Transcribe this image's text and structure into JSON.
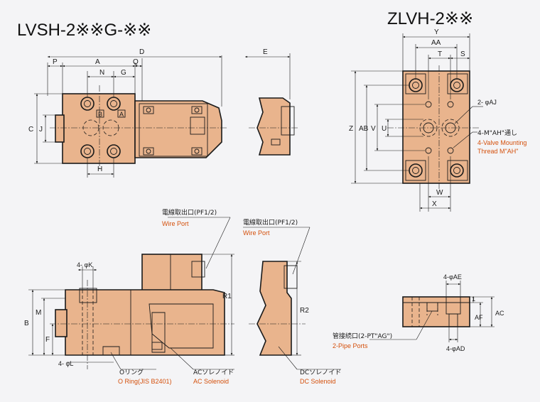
{
  "titles": {
    "left": "LVSH-2※※G-※※",
    "right": "ZLVH-2※※"
  },
  "colors": {
    "body": "#e9b48d",
    "body_dark": "#d9a07a",
    "line": "#1a1a1a",
    "label_en": "#d4500c",
    "background": "#f4f4f6"
  },
  "dims": {
    "P": "P",
    "A": "A",
    "Q": "Q",
    "D": "D",
    "E": "E",
    "N": "N",
    "G": "G",
    "C": "C",
    "J": "J",
    "H": "H",
    "Y": "Y",
    "AA": "AA",
    "T": "T",
    "S": "S",
    "Z": "Z",
    "AB": "AB",
    "V": "V",
    "U": "U",
    "W": "W",
    "X": "X",
    "K": "4- φK",
    "B": "B",
    "M": "M",
    "F": "F",
    "L": "4- φL",
    "R1": "R1",
    "R2": "R2",
    "AE": "4-φAE",
    "AF": "AF",
    "AC": "AC",
    "AD": "4-φAD",
    "one": "1"
  },
  "port_marks": {
    "b": "B",
    "a": "A"
  },
  "callouts": {
    "aj": "2- φAJ",
    "mah_jp": "4-M\"AH\"通し",
    "mah_en1": "4-Valve Mounting",
    "mah_en2": "Thread M\"AH\"",
    "wire1_jp": "電線取出口(PF1/2)",
    "wire1_en": "Wire Port",
    "wire2_jp": "電線取出口(PF1/2)",
    "wire2_en": "Wire Port",
    "oring_jp": "Oリング",
    "oring_en": "O Ring(JIS B2401)",
    "ac_jp": "ACソレノイド",
    "ac_en": "AC Solenoid",
    "dc_jp": "DCソレノイド",
    "dc_en": "DC Solenoid",
    "pipe_jp": "管接続口(2-PT\"AG\")",
    "pipe_en": "2-Pipe Ports"
  }
}
